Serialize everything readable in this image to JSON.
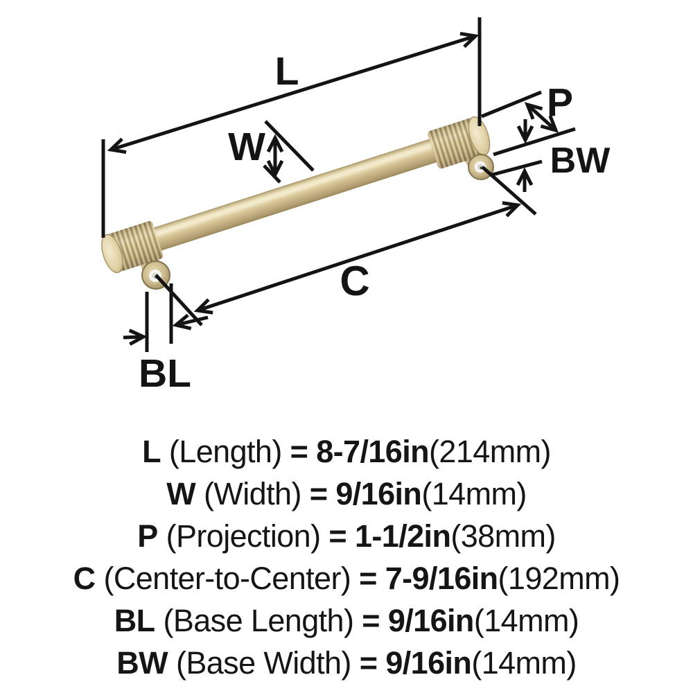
{
  "diagram": {
    "labels": {
      "length": "L",
      "width": "W",
      "projection": "P",
      "center_to_center": "C",
      "base_length": "BL",
      "base_width": "BW"
    },
    "product": "bar-pull-handle",
    "colors": {
      "dimension_line": "#141414",
      "handle_highlight": "#f2e9cd",
      "handle_mid": "#d7c596",
      "handle_shadow": "#9a8a60",
      "knurl_dark": "#7c6c4a",
      "knurl_light": "#e9dab0",
      "screw_hole": "#f7f6f2",
      "background": "#ffffff"
    }
  },
  "specs": [
    {
      "abbr": "L",
      "name": "(Length)",
      "eq": "=",
      "value": "8-7/16in",
      "metric": "(214mm)"
    },
    {
      "abbr": "W",
      "name": "(Width)",
      "eq": "=",
      "value": "9/16in",
      "metric": "(14mm)"
    },
    {
      "abbr": "P",
      "name": "(Projection)",
      "eq": "=",
      "value": "1-1/2in",
      "metric": "(38mm)"
    },
    {
      "abbr": "C",
      "name": "(Center-to-Center)",
      "eq": "=",
      "value": "7-9/16in",
      "metric": "(192mm)"
    },
    {
      "abbr": "BL",
      "name": "(Base Length)",
      "eq": "=",
      "value": "9/16in",
      "metric": "(14mm)"
    },
    {
      "abbr": "BW",
      "name": "(Base Width)",
      "eq": "=",
      "value": "9/16in",
      "metric": "(14mm)"
    }
  ]
}
